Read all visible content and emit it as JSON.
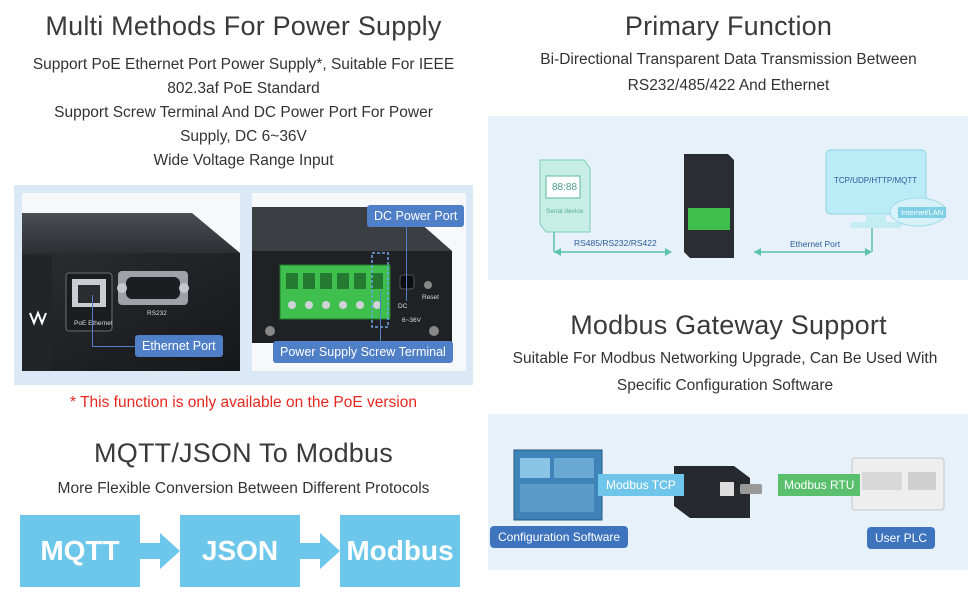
{
  "power": {
    "title": "Multi Methods For Power Supply",
    "lines": [
      "Support PoE Ethernet Port Power Supply*, Suitable For IEEE",
      "802.3af PoE Standard",
      "Support Screw Terminal And DC Power Port For Power",
      "Supply, DC 6~36V",
      "Wide Voltage Range Input"
    ],
    "callouts": {
      "ethernet": "Ethernet Port",
      "dc": "DC Power Port",
      "screw": "Power Supply Screw Terminal"
    },
    "device_labels": {
      "poe": "PoE Ethernet",
      "rs232": "RS232",
      "dc": "DC",
      "voltage": "6~36V",
      "reset": "Reset"
    },
    "note": "* This function is only available on the PoE version"
  },
  "mqtt": {
    "title": "MQTT/JSON To Modbus",
    "desc": "More Flexible Conversion Between Different Protocols",
    "boxes": [
      "MQTT",
      "JSON",
      "Modbus"
    ]
  },
  "primary": {
    "title": "Primary Function",
    "lines": [
      "Bi-Directional Transparent Data Transmission Between",
      "RS232/485/422 And Ethernet"
    ],
    "serial_screen": "88:88",
    "serial_label": "Serial device",
    "serial_link": "RS485/RS232/RS422",
    "net_link": "Ethernet Port",
    "monitor_text": "TCP/UDP/HTTP/MQTT",
    "cloud_text": "Internet/LAN"
  },
  "modbus": {
    "title": "Modbus Gateway Support",
    "lines": [
      "Suitable For Modbus Networking Upgrade, Can Be Used With",
      "Specific Configuration Software"
    ],
    "tcp": "Modbus TCP",
    "rtu": "Modbus RTU",
    "software": "Configuration Software",
    "plc": "User PLC"
  },
  "colors": {
    "accent_blue": "#4f7fc6",
    "note_red": "#e6281e",
    "box_cyan": "#6cc7ea",
    "tag_green": "#5ac06d",
    "terminal_green": "#3fbf4e"
  }
}
